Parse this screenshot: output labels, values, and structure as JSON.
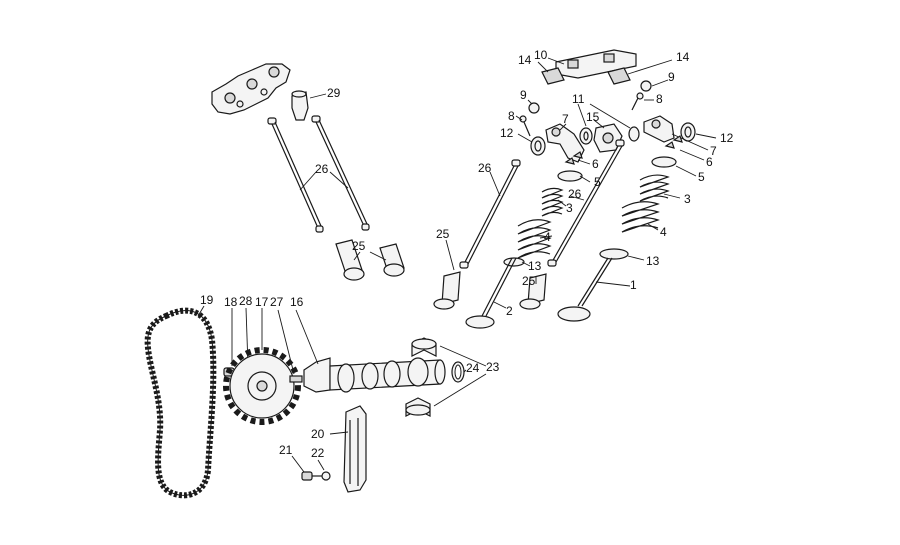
{
  "callouts": {
    "c1": "1",
    "c2": "2",
    "c3a": "3",
    "c3b": "3",
    "c4a": "4",
    "c4b": "4",
    "c5a": "5",
    "c5b": "5",
    "c6a": "6",
    "c6b": "6",
    "c7a": "7",
    "c7b": "7",
    "c8a": "8",
    "c8b": "8",
    "c9a": "9",
    "c9b": "9",
    "c10": "10",
    "c11": "11",
    "c12a": "12",
    "c12b": "12",
    "c13a": "13",
    "c13b": "13",
    "c14a": "14",
    "c14b": "14",
    "c15": "15",
    "c16": "16",
    "c17": "17",
    "c18": "18",
    "c19": "19",
    "c20": "20",
    "c21": "21",
    "c22": "22",
    "c23": "23",
    "c24": "24",
    "c25a": "25",
    "c25b": "25",
    "c26a": "26",
    "c26b": "26",
    "c26c": "26",
    "c27": "27",
    "c28": "28",
    "c29": "29"
  }
}
